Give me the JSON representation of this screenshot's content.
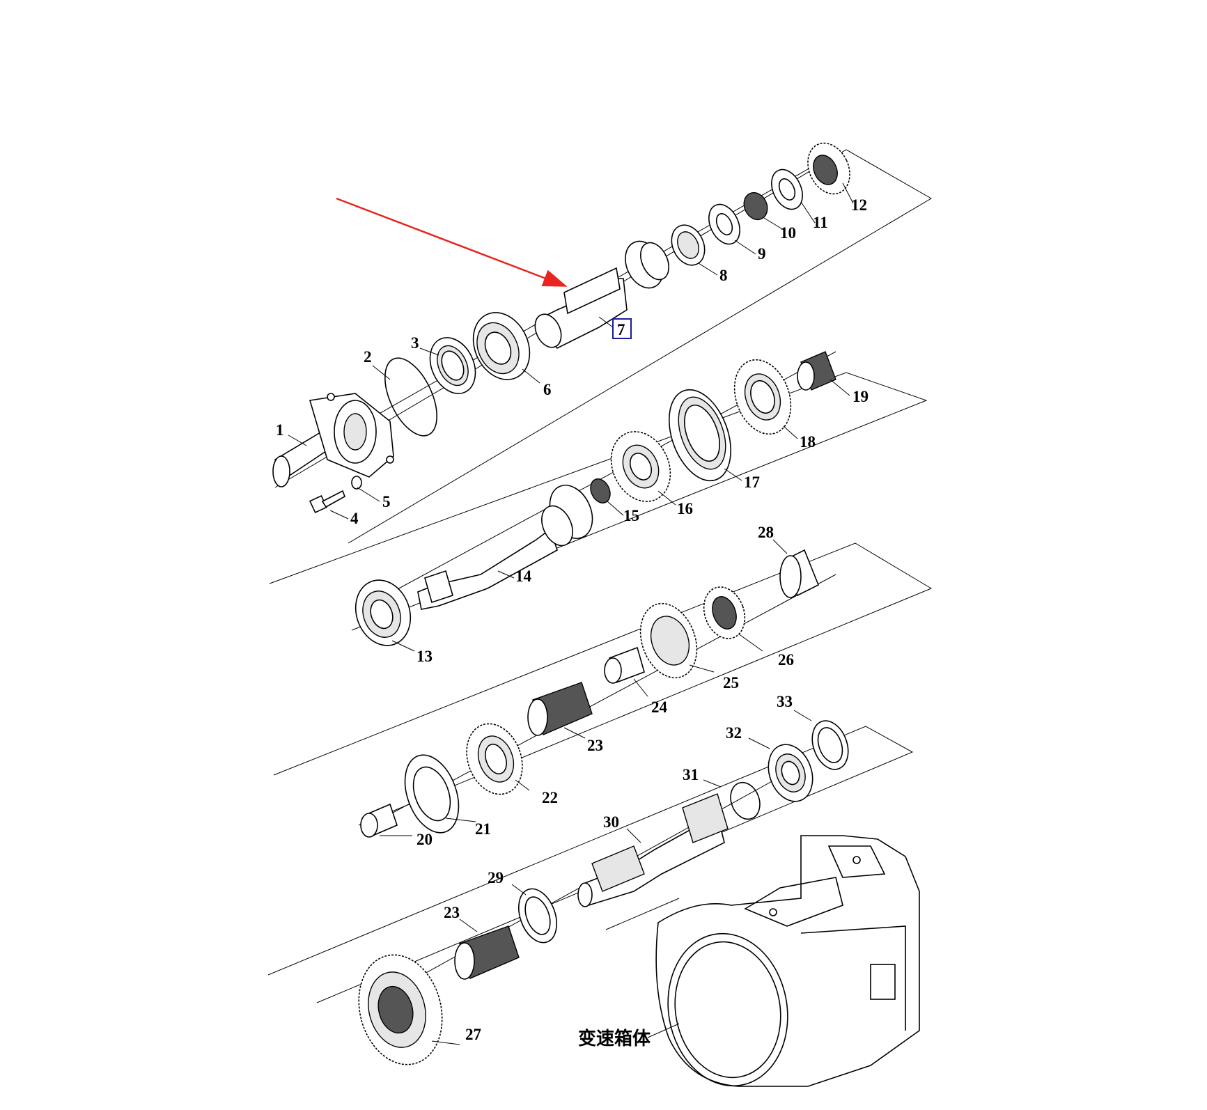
{
  "diagram": {
    "highlight_color": "#e8251f",
    "selected_box_color": "#1a1a9c",
    "selected_label": "7",
    "caption": "变速箱体",
    "labels": {
      "p1": "1",
      "p2": "2",
      "p3": "3",
      "p4": "4",
      "p5": "5",
      "p6": "6",
      "p7": "7",
      "p8": "8",
      "p9": "9",
      "p10": "10",
      "p11": "11",
      "p12": "12",
      "p13": "13",
      "p14": "14",
      "p15": "15",
      "p16": "16",
      "p17": "17",
      "p18": "18",
      "p19": "19",
      "p20": "20",
      "p21": "21",
      "p22": "22",
      "p23a": "23",
      "p23b": "23",
      "p24": "24",
      "p25": "25",
      "p26": "26",
      "p27": "27",
      "p28": "28",
      "p29": "29",
      "p30": "30",
      "p31": "31",
      "p32": "32",
      "p33": "33"
    }
  }
}
